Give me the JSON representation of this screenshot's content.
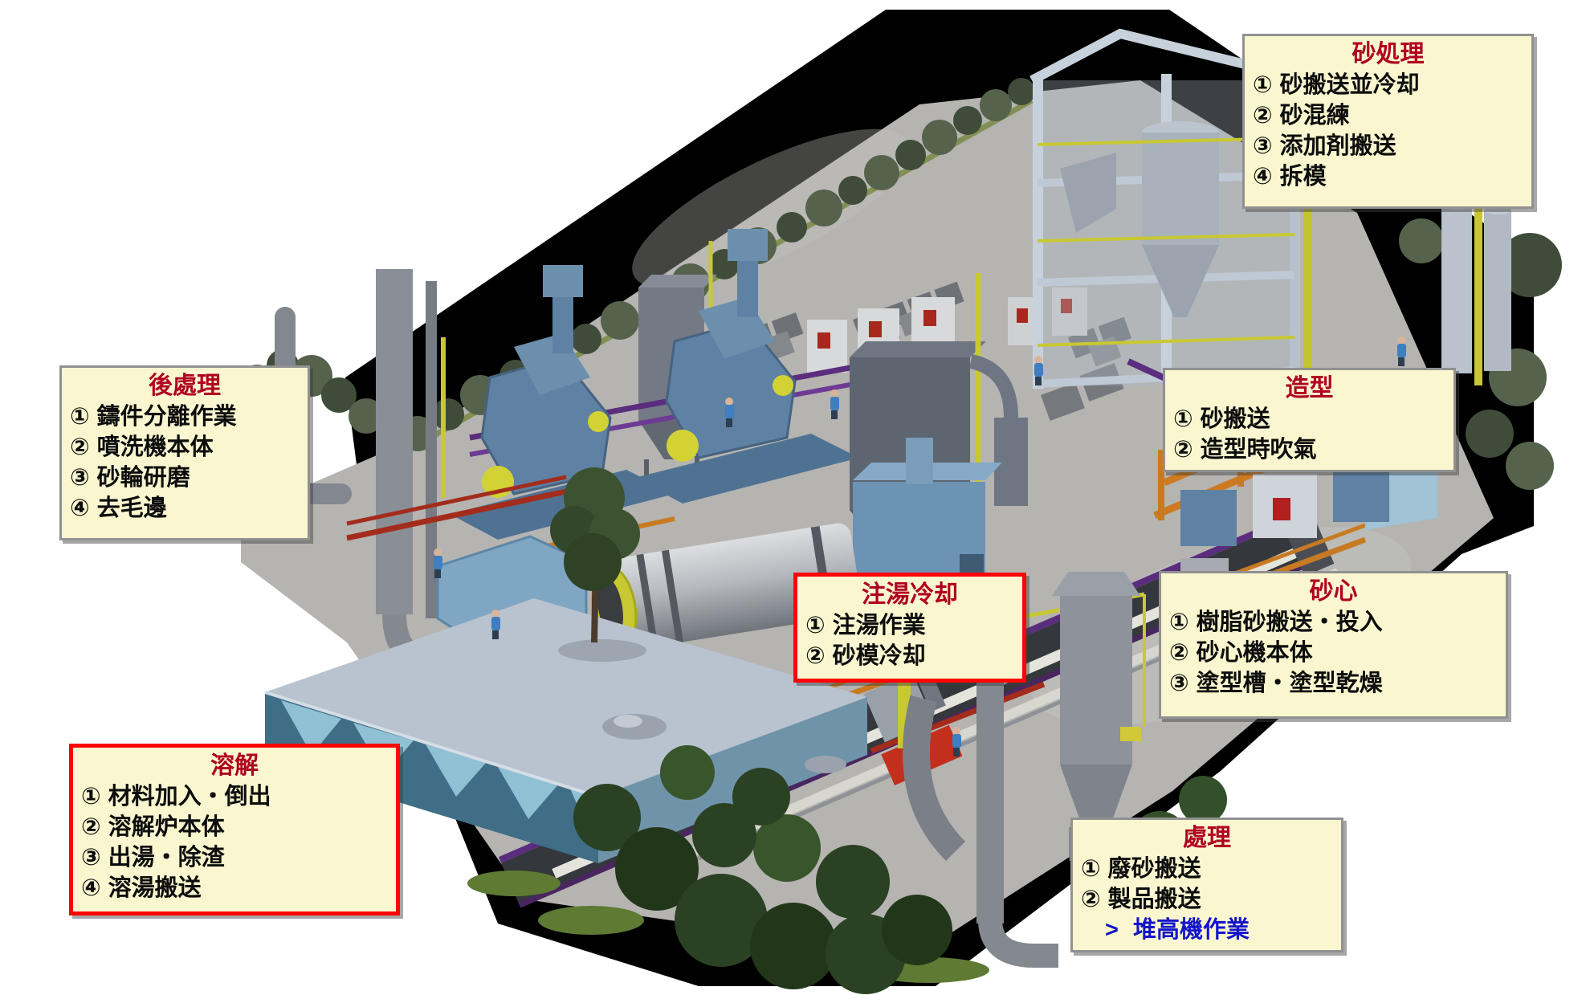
{
  "palette": {
    "page_bg": "#ffffff",
    "backdrop_black": "#000000",
    "floor_gray": "#b5b4b1",
    "callout_bg": "#faf7d0",
    "callout_border": "#919191",
    "callout_border_emphasis": "#fe0404",
    "callout_title": "#b00021",
    "callout_text": "#0d0d0d",
    "callout_note_blue": "#1414cc",
    "tree_green": "#3f4c39",
    "bush_green": "#2b4123",
    "grass_green": "#5e7a33",
    "steel_blue": "#5e81a4",
    "frame_light": "#c7d1dc",
    "duct_gray": "#84888f",
    "accent_yellow": "#c8c832",
    "conveyor_purple": "#5b2d7e",
    "rail_orange": "#c87a22",
    "rail_red": "#a32c1c",
    "deck_blue": "#b9c2cf",
    "bin_teal": "#3f6e86",
    "worker_blue": "#3f7fc0"
  },
  "callouts": [
    {
      "id": "sand-processing",
      "title": "砂処理",
      "emphasized": false,
      "items": [
        {
          "num": "①",
          "text": "砂搬送並冷却"
        },
        {
          "num": "②",
          "text": "砂混練"
        },
        {
          "num": "③",
          "text": "添加剤搬送"
        },
        {
          "num": "④",
          "text": "拆模"
        }
      ]
    },
    {
      "id": "post-processing",
      "title": "後處理",
      "emphasized": false,
      "items": [
        {
          "num": "①",
          "text": "鑄件分離作業"
        },
        {
          "num": "②",
          "text": "噴洗機本体"
        },
        {
          "num": "③",
          "text": "砂輪研磨"
        },
        {
          "num": "④",
          "text": "去毛邊"
        }
      ]
    },
    {
      "id": "molding",
      "title": "造型",
      "emphasized": false,
      "items": [
        {
          "num": "①",
          "text": "砂搬送"
        },
        {
          "num": "②",
          "text": "造型時吹氣"
        }
      ]
    },
    {
      "id": "pouring-cooling",
      "title": "注湯冷却",
      "emphasized": true,
      "items": [
        {
          "num": "①",
          "text": "注湯作業"
        },
        {
          "num": "②",
          "text": "砂模冷却"
        }
      ]
    },
    {
      "id": "sand-core",
      "title": "砂心",
      "emphasized": false,
      "items": [
        {
          "num": "①",
          "text": "樹脂砂搬送・投入"
        },
        {
          "num": "②",
          "text": "砂心機本体"
        },
        {
          "num": "③",
          "text": "塗型槽・塗型乾燥"
        }
      ]
    },
    {
      "id": "melting",
      "title": "溶解",
      "emphasized": true,
      "items": [
        {
          "num": "①",
          "text": "材料加入・倒出"
        },
        {
          "num": "②",
          "text": "溶解炉本体"
        },
        {
          "num": "③",
          "text": "出湯・除渣"
        },
        {
          "num": "④",
          "text": "溶湯搬送"
        }
      ]
    },
    {
      "id": "treatment",
      "title": "處理",
      "emphasized": false,
      "items": [
        {
          "num": "①",
          "text": "廢砂搬送"
        },
        {
          "num": "②",
          "text": "製品搬送"
        }
      ],
      "note": {
        "num": ">",
        "text": "堆高機作業"
      }
    }
  ]
}
